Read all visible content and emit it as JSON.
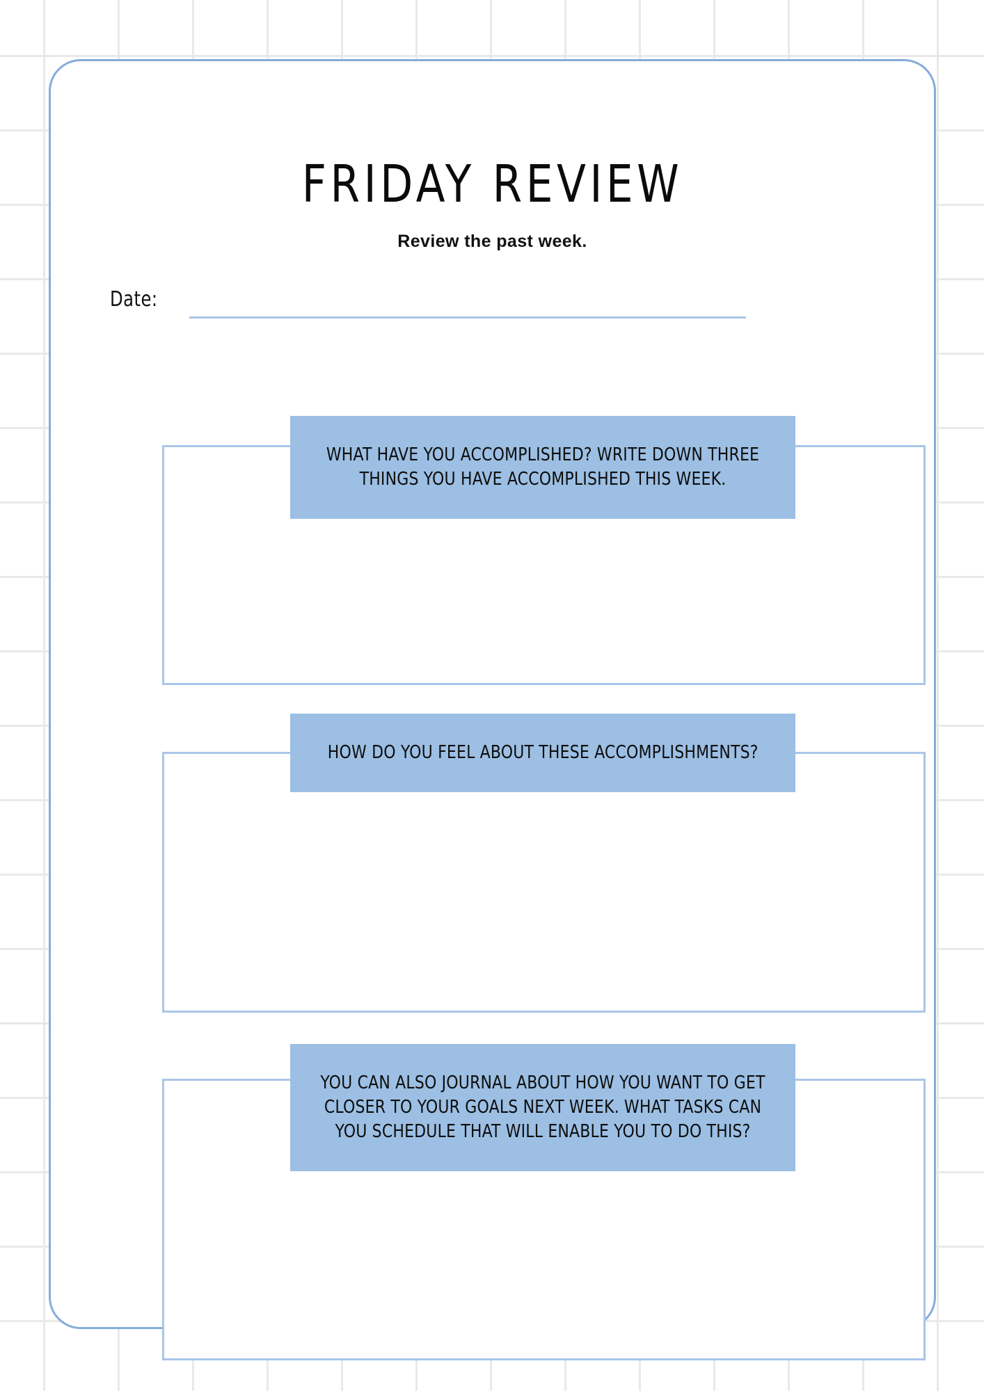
{
  "document": {
    "title": "FRIDAY REVIEW",
    "subtitle": "Review the past week."
  },
  "date_field": {
    "label": "Date:",
    "value": "",
    "placeholder": ""
  },
  "sections": [
    {
      "prompt": "WHAT HAVE YOU ACCOMPLISHED? WRITE DOWN THREE THINGS YOU HAVE ACCOMPLISHED THIS WEEK.",
      "answer": "",
      "placeholder": ""
    },
    {
      "prompt": "HOW DO YOU FEEL ABOUT THESE ACCOMPLISHMENTS?",
      "answer": "",
      "placeholder": ""
    },
    {
      "prompt": "YOU CAN ALSO JOURNAL ABOUT HOW YOU WANT TO GET CLOSER TO YOUR GOALS NEXT WEEK. WHAT TASKS CAN YOU SCHEDULE THAT WILL ENABLE YOU TO DO THIS?",
      "answer": "",
      "placeholder": ""
    }
  ],
  "colors": {
    "banner_fill": "#9CBFE3",
    "card_border": "#85ACDA",
    "box_border": "#A9C6E8",
    "grid_line": "#E9E9E9",
    "text": "#0D0D0D",
    "page_background": "#FFFFFF"
  }
}
